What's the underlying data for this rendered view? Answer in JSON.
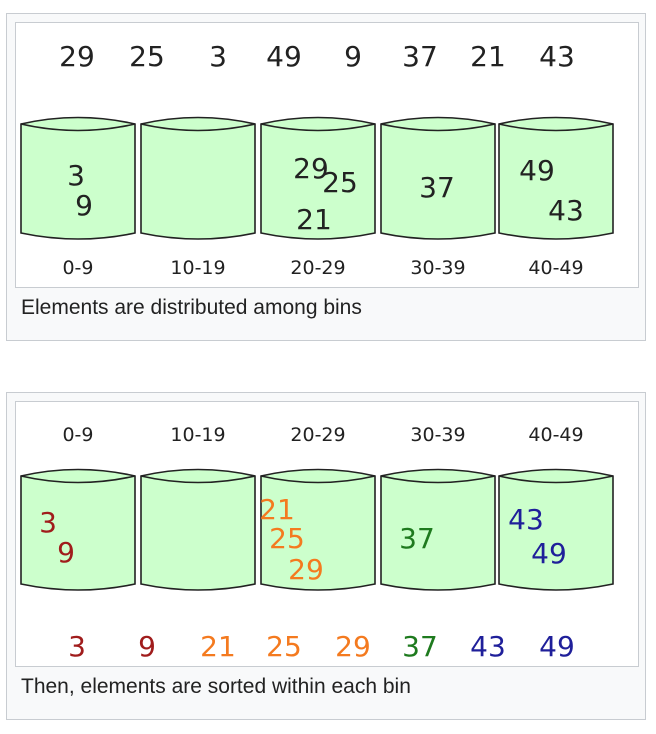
{
  "figure1": {
    "sequence": [
      "29",
      "25",
      "3",
      "49",
      "9",
      "37",
      "21",
      "43"
    ],
    "bins": [
      {
        "label": "0-9",
        "items": [
          "3",
          "9"
        ]
      },
      {
        "label": "10-19",
        "items": []
      },
      {
        "label": "20-29",
        "items": [
          "29",
          "25",
          "21"
        ]
      },
      {
        "label": "30-39",
        "items": [
          "37"
        ]
      },
      {
        "label": "40-49",
        "items": [
          "49",
          "43"
        ]
      }
    ],
    "caption": "Elements are distributed among bins"
  },
  "figure2": {
    "bins": [
      {
        "label": "0-9",
        "items": [
          "3",
          "9"
        ],
        "color": "#a01c1c"
      },
      {
        "label": "10-19",
        "items": [],
        "color": "#000000"
      },
      {
        "label": "20-29",
        "items": [
          "21",
          "25",
          "29"
        ],
        "color": "#f47a1f"
      },
      {
        "label": "30-39",
        "items": [
          "37"
        ],
        "color": "#1e7a1e"
      },
      {
        "label": "40-49",
        "items": [
          "43",
          "49"
        ],
        "color": "#1f1f9a"
      }
    ],
    "sorted": [
      {
        "value": "3",
        "color": "#a01c1c"
      },
      {
        "value": "9",
        "color": "#a01c1c"
      },
      {
        "value": "21",
        "color": "#f47a1f"
      },
      {
        "value": "25",
        "color": "#f47a1f"
      },
      {
        "value": "29",
        "color": "#f47a1f"
      },
      {
        "value": "37",
        "color": "#1e7a1e"
      },
      {
        "value": "43",
        "color": "#1f1f9a"
      },
      {
        "value": "49",
        "color": "#1f1f9a"
      }
    ],
    "caption": "Then, elements are sorted within each bin"
  },
  "colors": {
    "bin_fill": "#ccffcc",
    "bin_stroke": "#222222",
    "text": "#222222"
  }
}
